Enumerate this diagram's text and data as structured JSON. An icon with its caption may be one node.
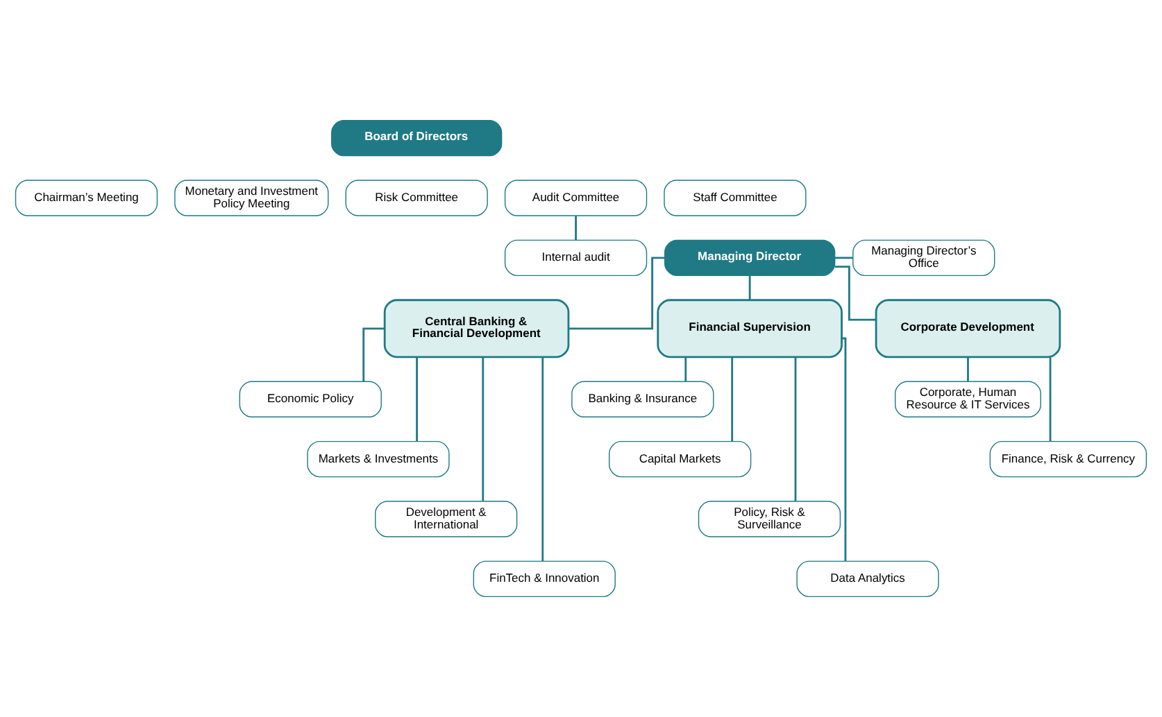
{
  "diagram": {
    "nodes": [
      {
        "text": [
          "Board of Directors"
        ]
      },
      {
        "text": [
          "Chairman’s Meeting"
        ]
      },
      {
        "text": [
          "Monetary and Investment Policy Meeting"
        ]
      },
      {
        "text": [
          "Risk Committee"
        ]
      },
      {
        "text": [
          "Audit Committee"
        ]
      },
      {
        "text": [
          "Staff Committee"
        ]
      },
      {
        "text": [
          "Managing Director’s Office"
        ]
      },
      {
        "text": [
          "Managing Director"
        ]
      },
      {
        "text": [
          "Internal audit"
        ]
      },
      {
        "text": [
          "Central Banking & Financial Development"
        ]
      },
      {
        "text": [
          "Financial Supervision"
        ]
      },
      {
        "text": [
          "Corporate Development"
        ]
      },
      {
        "text": [
          "Economic Policy"
        ]
      },
      {
        "text": [
          "Markets & Investments"
        ]
      },
      {
        "text": [
          "Development & International"
        ]
      },
      {
        "text": [
          "FinTech & Innovation"
        ]
      },
      {
        "text": [
          "Banking & Insurance"
        ]
      },
      {
        "text": [
          "Capital Markets"
        ]
      },
      {
        "text": [
          "Policy, Risk & Surveillance"
        ]
      },
      {
        "text": [
          "Data Analytics"
        ]
      },
      {
        "text": [
          "Corporate, Human Resource & IT Services"
        ]
      },
      {
        "text": [
          "Finance, Risk & Currency"
        ]
      }
    ],
    "edges": [
      {
        "from": 4,
        "to": 8,
        "arrow": "none"
      },
      {
        "from": 7,
        "to": 6,
        "arrow": "none"
      },
      {
        "from": 7,
        "to": 9,
        "arrow": "none"
      },
      {
        "from": 7,
        "to": 10,
        "arrow": "none"
      },
      {
        "from": 7,
        "to": 11,
        "arrow": "none"
      },
      {
        "from": 9,
        "to": 12,
        "arrow": "none"
      },
      {
        "from": 9,
        "to": 13,
        "arrow": "none"
      },
      {
        "from": 9,
        "to": 14,
        "arrow": "none"
      },
      {
        "from": 9,
        "to": 15,
        "arrow": "none"
      },
      {
        "from": 10,
        "to": 16,
        "arrow": "none"
      },
      {
        "from": 10,
        "to": 17,
        "arrow": "none"
      },
      {
        "from": 10,
        "to": 18,
        "arrow": "none"
      },
      {
        "from": 10,
        "to": 19,
        "arrow": "none"
      },
      {
        "from": 11,
        "to": 20,
        "arrow": "none"
      },
      {
        "from": 11,
        "to": 21,
        "arrow": "none"
      }
    ]
  }
}
